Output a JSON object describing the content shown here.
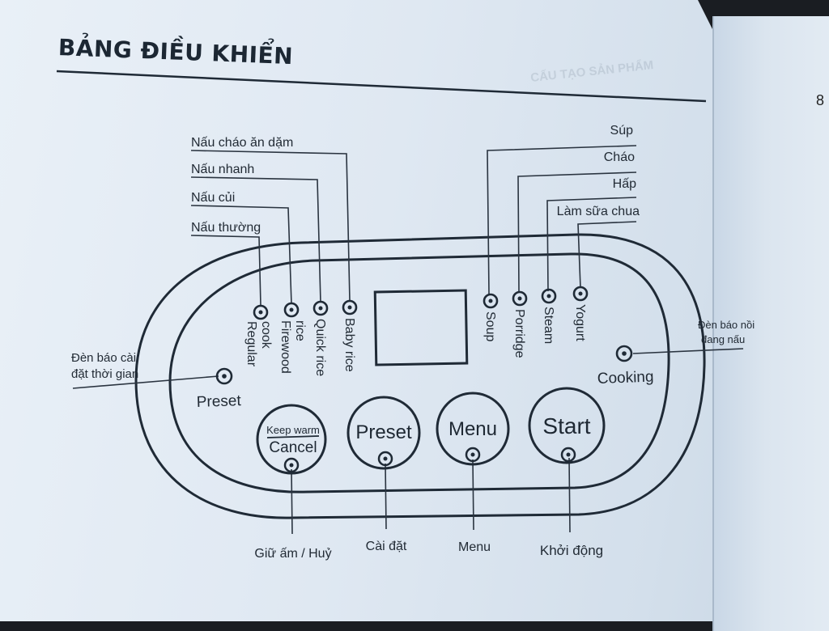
{
  "page": {
    "title": "BẢNG ĐIỀU KHIỂN",
    "page_number": "8",
    "faded_heading": "CẤU TẠO SẢN PHẨM"
  },
  "panel": {
    "display_label": "",
    "left_indicators": [
      {
        "key": "regular",
        "label_line1": "Regular",
        "label_line2": "cook",
        "callout": "Nấu thường"
      },
      {
        "key": "firewood",
        "label_line1": "Firewood",
        "label_line2": "rice",
        "callout": "Nấu củi"
      },
      {
        "key": "quick",
        "label_line1": "Quick rice",
        "label_line2": "",
        "callout": "Nấu nhanh"
      },
      {
        "key": "baby",
        "label_line1": "Baby rice",
        "label_line2": "",
        "callout": "Nấu cháo ăn dặm"
      }
    ],
    "right_indicators": [
      {
        "key": "soup",
        "label": "Soup",
        "callout": "Súp"
      },
      {
        "key": "porridge",
        "label": "Porridge",
        "callout": "Cháo"
      },
      {
        "key": "steam",
        "label": "Steam",
        "callout": "Hấp"
      },
      {
        "key": "yogurt",
        "label": "Yogurt",
        "callout": "Làm sữa chua"
      }
    ],
    "preset_indicator": {
      "label": "Preset",
      "callout_line1": "Đèn báo cài",
      "callout_line2": "đặt thời gian"
    },
    "cooking_indicator": {
      "label": "Cooking",
      "callout_line1": "Đèn báo nồi",
      "callout_line2": "đang nấu"
    },
    "buttons": {
      "cancel": {
        "top": "Keep warm",
        "bottom": "Cancel",
        "callout": "Giữ ấm / Huỷ"
      },
      "preset": {
        "label": "Preset",
        "callout": "Cài đặt"
      },
      "menu": {
        "label": "Menu",
        "callout": "Menu"
      },
      "start": {
        "label": "Start",
        "callout": "Khởi động"
      }
    }
  }
}
